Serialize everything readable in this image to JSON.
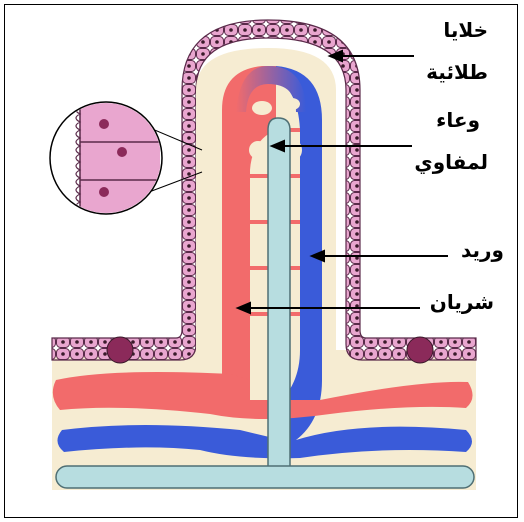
{
  "labels": {
    "epithelial_cells_line1": "خلايا",
    "epithelial_cells_line2": "طلائية",
    "lymph_vessel_line1": "وعاء",
    "lymph_vessel_line2": "لمفاوي",
    "vein": "وريد",
    "artery": "شريان"
  },
  "colors": {
    "artery": "#f26b6b",
    "vein": "#3a5bd9",
    "lymph": "#b7dde0",
    "epithelium": "#e9a6cf",
    "nucleus": "#8b2a5a",
    "tissue": "#f6ecd2"
  }
}
